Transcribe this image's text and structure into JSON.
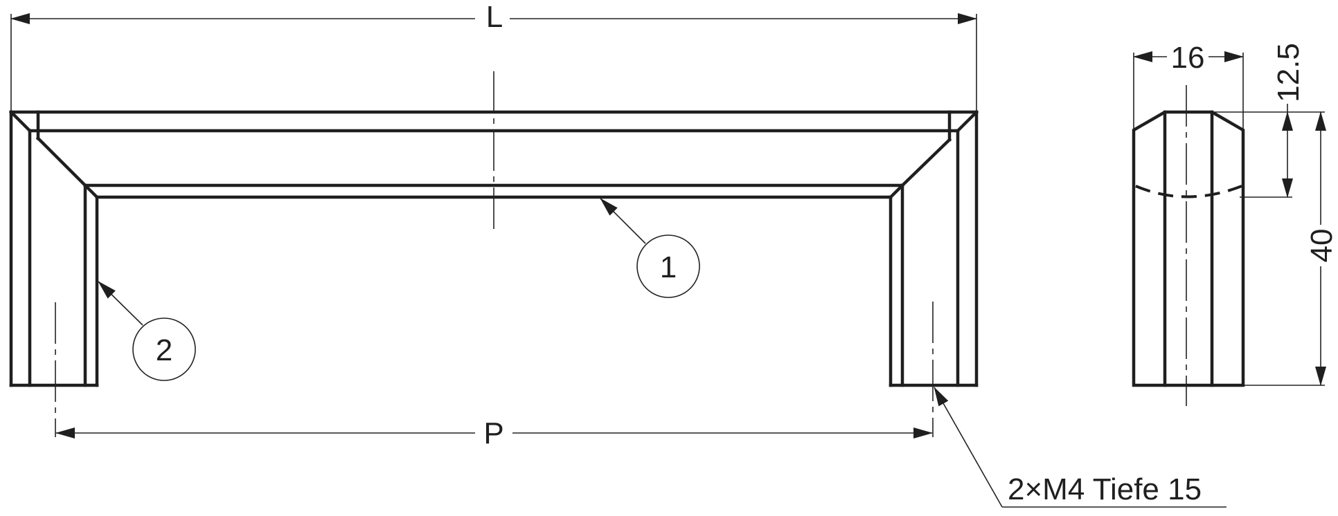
{
  "drawing": {
    "title": "Handle technical drawing — front view and side view",
    "line_color": "#1f1f1f",
    "background": "#ffffff"
  },
  "dimensions": {
    "overall_length": "L",
    "pitch": "P",
    "side_width": "16",
    "grip_depth": "12.5",
    "height": "40"
  },
  "callouts": {
    "part_1": "1",
    "part_2": "2",
    "thread_note": "2×M4 Tiefe 15"
  }
}
